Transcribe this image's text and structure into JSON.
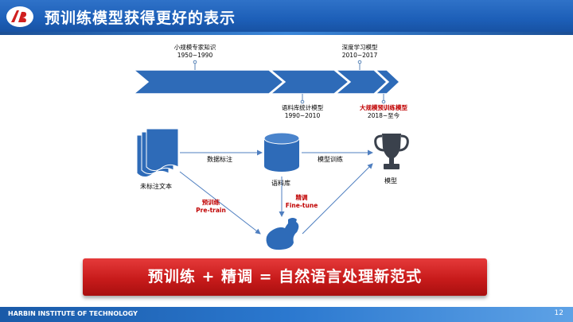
{
  "header": {
    "title": "预训练模型获得更好的表示"
  },
  "timeline": [
    {
      "label": "小规模专家知识",
      "years": "1950~1990"
    },
    {
      "label": "语料库统计模型",
      "years": "1990~2010"
    },
    {
      "label": "深度学习模型",
      "years": "2010~2017"
    },
    {
      "label": "大规模预训练模型",
      "years": "2018~至今",
      "highlight": "#c00000"
    }
  ],
  "flow": {
    "nodes": {
      "unlabeled_text": "未标注文本",
      "corpus": "语料库",
      "model": "模型"
    },
    "edges": {
      "data_annotation": "数据标注",
      "model_training": "模型训练",
      "pretrain_cn": "预训练",
      "pretrain_en": "Pre-train",
      "finetune_cn": "精调",
      "finetune_en": "Fine-tune"
    }
  },
  "banner": {
    "text": "预训练 + 精调 = 自然语言处理新范式"
  },
  "footer": {
    "institution": "HARBIN INSTITUTE OF TECHNOLOGY",
    "page": "12"
  },
  "colors": {
    "header": "#1d5fb8",
    "arrow": "#2e6bb8",
    "accent": "#c00000",
    "banner": "#c81b1b"
  }
}
